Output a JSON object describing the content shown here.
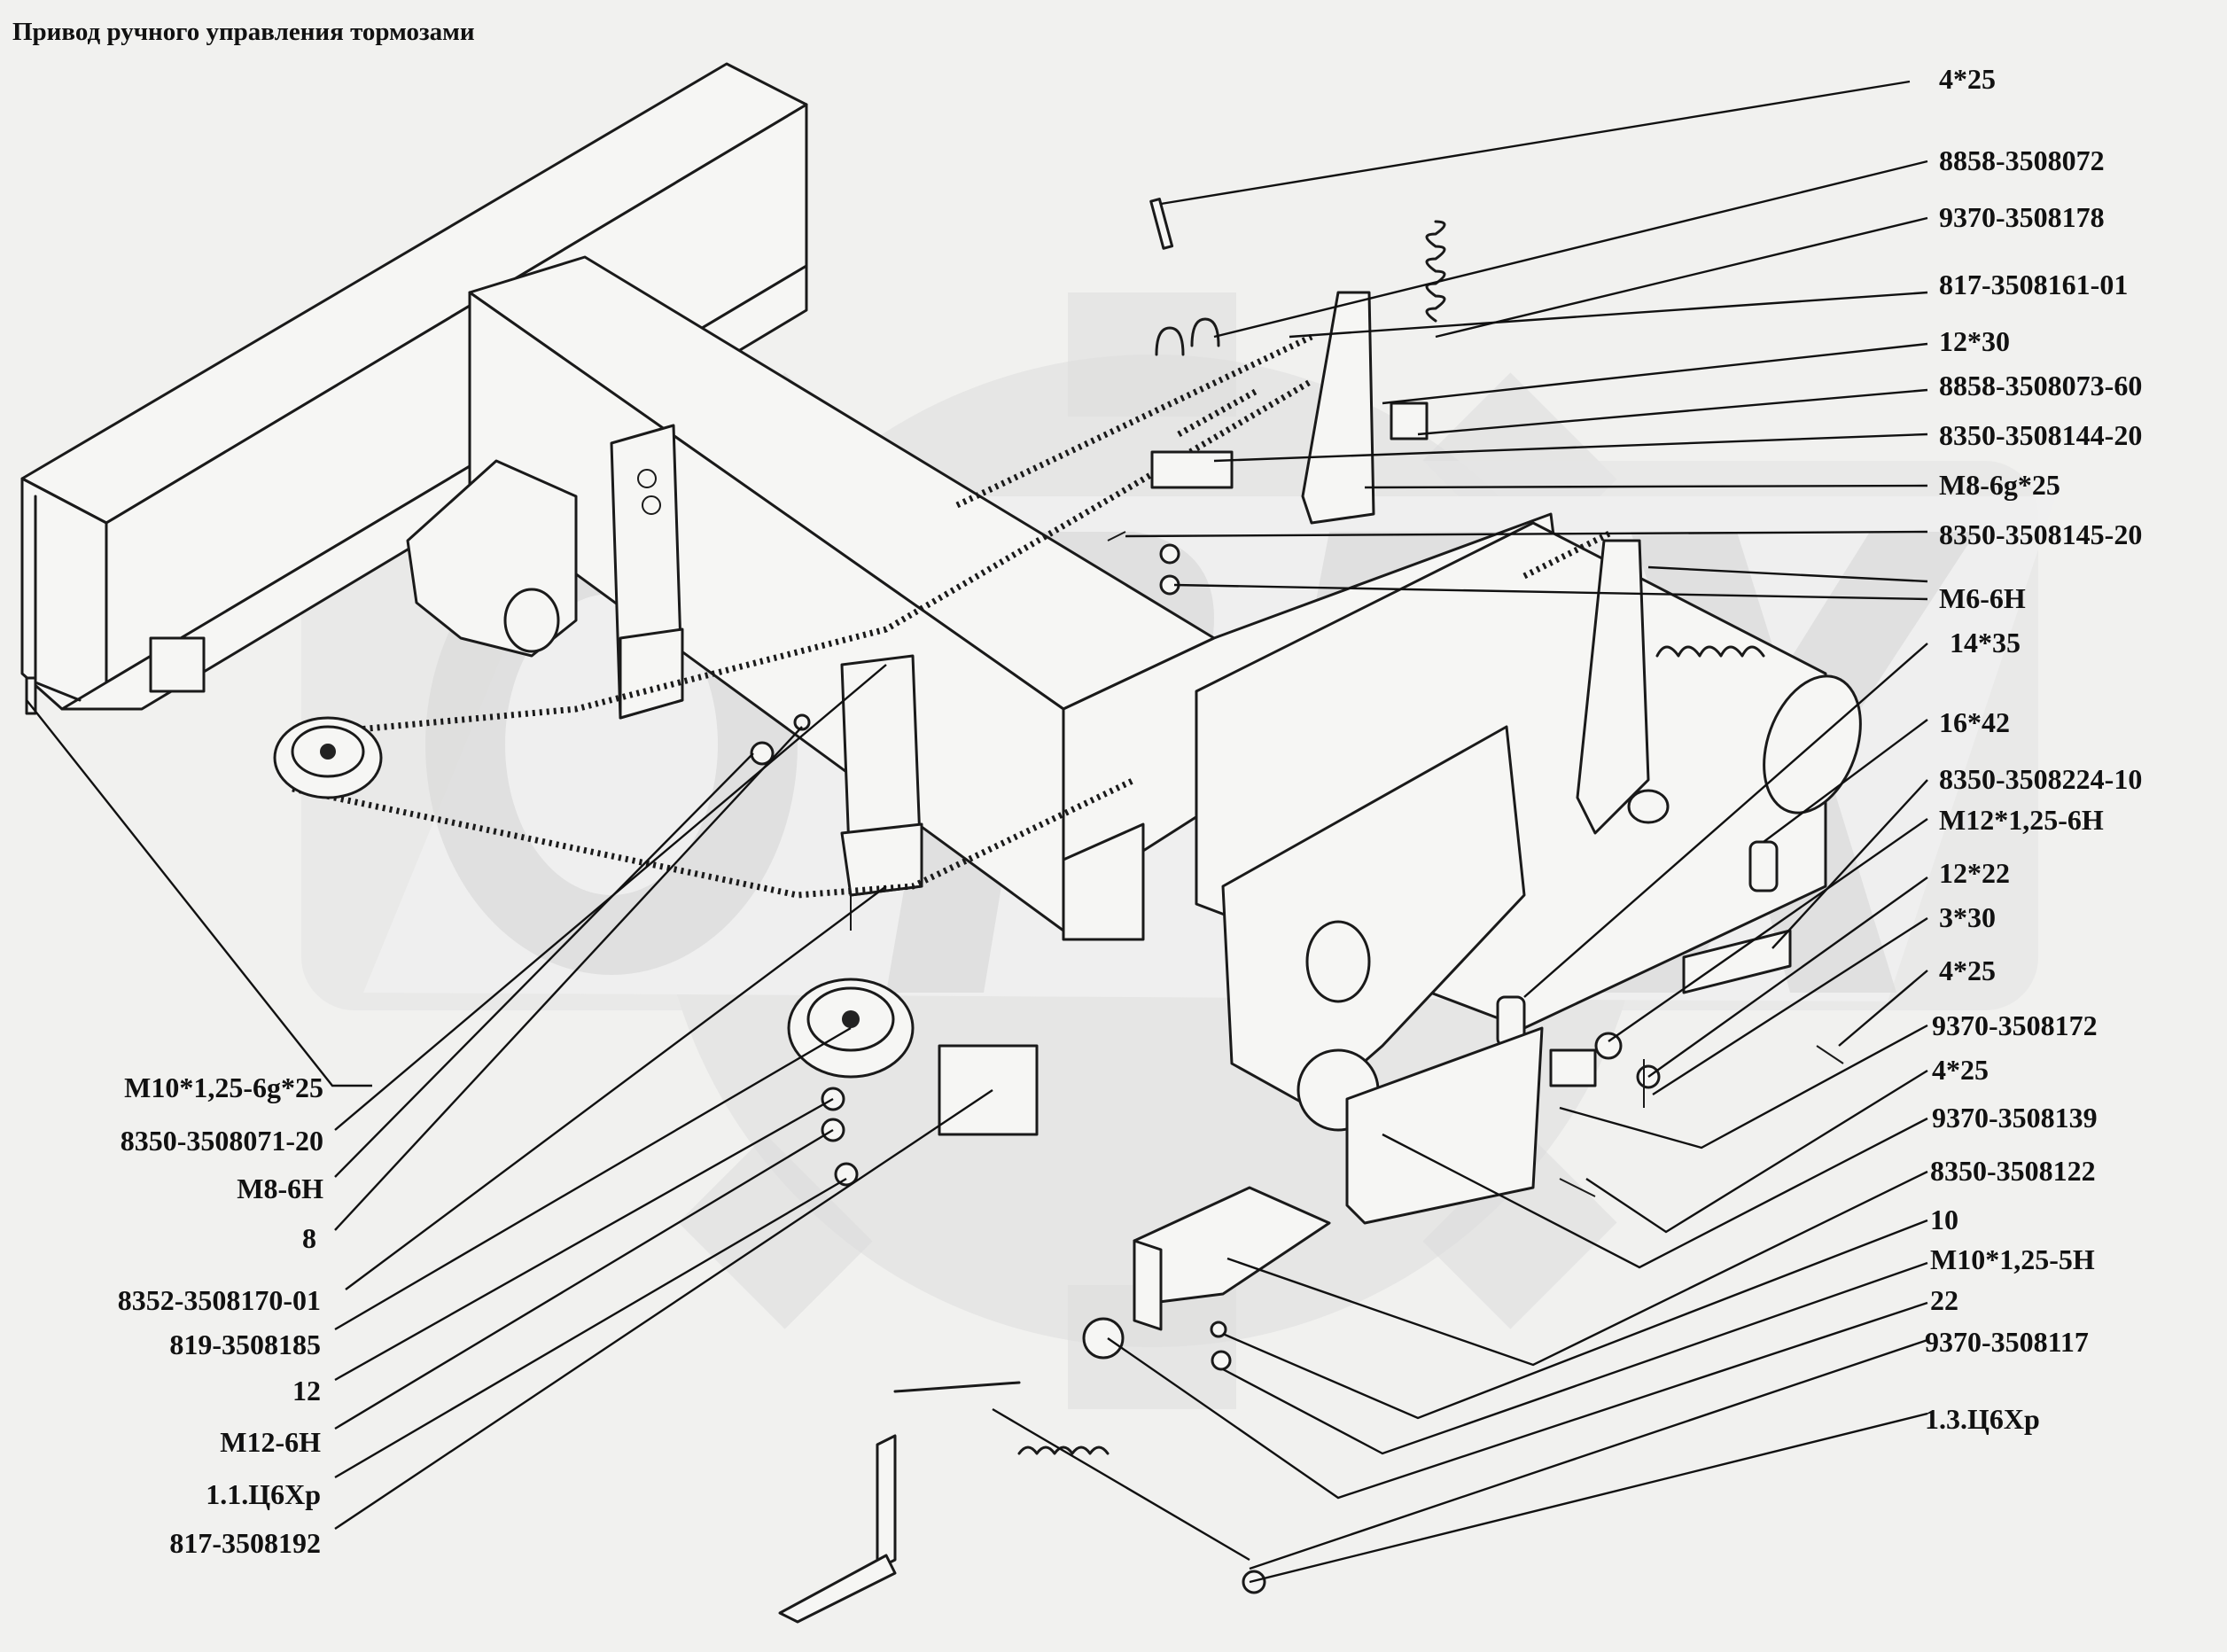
{
  "title": "Привод ручного управления тормозами",
  "watermark_text": "OPEX",
  "callouts_right": [
    "4*25",
    "8858-3508072",
    "9370-3508178",
    "817-3508161-01",
    "12*30",
    "8858-3508073-60",
    "8350-3508144-20",
    "M8-6g*25",
    "8350-3508145-20",
    "M6-6H",
    "14*35",
    "16*42",
    "8350-3508224-10",
    "M12*1,25-6H",
    "12*22",
    "3*30",
    "4*25",
    "9370-3508172",
    "4*25",
    "9370-3508139",
    "8350-3508122",
    "10",
    "M10*1,25-5H",
    "22",
    "9370-3508117",
    "1.3.Ц6Хр"
  ],
  "callouts_left": [
    "M10*1,25-6g*25",
    "8350-3508071-20",
    "M8-6H",
    "8",
    "8352-3508170-01",
    "819-3508185",
    "12",
    "M12-6H",
    "1.1.Ц6Хр",
    "817-3508192"
  ]
}
